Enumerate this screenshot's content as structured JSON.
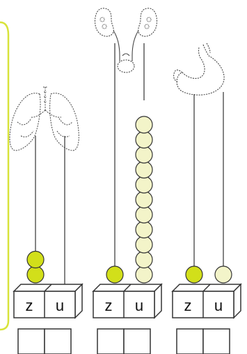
{
  "frame_color": "#d8e33a",
  "colors": {
    "dark_bead": "#d2df1a",
    "light_bead": "#f3f4c9",
    "stroke": "#333333"
  },
  "abaci": [
    {
      "organ": "lungs-icon",
      "tens": 2,
      "units": 0,
      "tens_label": "z",
      "units_label": "u",
      "answer": [
        "",
        ""
      ]
    },
    {
      "organ": "kidneys-icon",
      "tens": 1,
      "units": 11,
      "tens_label": "z",
      "units_label": "u",
      "answer": [
        "",
        ""
      ]
    },
    {
      "organ": "stomach-icon",
      "tens": 1,
      "units": 1,
      "tens_label": "z",
      "units_label": "u",
      "answer": [
        "",
        ""
      ]
    }
  ]
}
